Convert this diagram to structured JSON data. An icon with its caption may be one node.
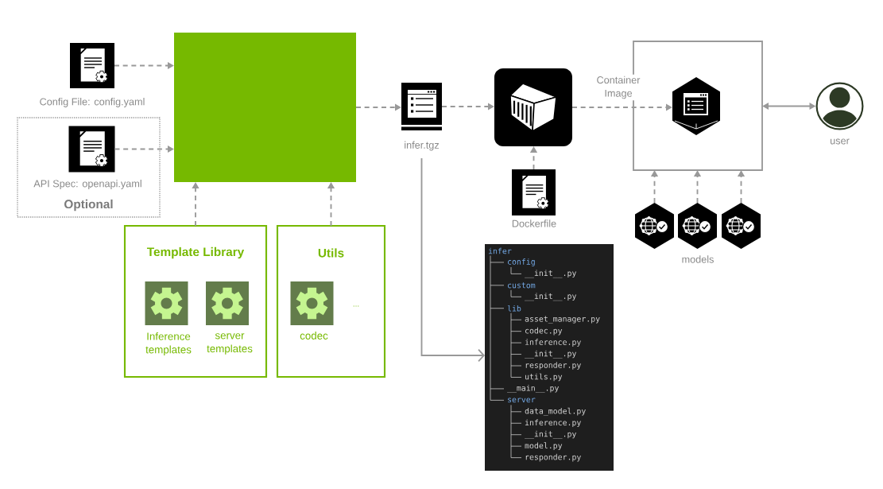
{
  "diagram": {
    "nodes": [
      {
        "text": [],
        "shape": "picture",
        "beside": [
          "Config File: config.yaml"
        ]
      },
      {
        "text": [
          "Optional"
        ]
      },
      {
        "text": [],
        "shape": "picture",
        "in": 1,
        "beside": [
          "API Spec: openapi.yaml"
        ]
      },
      {
        "text": [],
        "shape": "box"
      },
      {
        "text": [
          "Template Library"
        ]
      },
      {
        "text": [],
        "shape": "picture",
        "in": 4,
        "beside": [
          "Inference templates"
        ]
      },
      {
        "text": [],
        "shape": "picture",
        "in": 4,
        "beside": [
          "server templates"
        ]
      },
      {
        "text": [
          "Utils"
        ]
      },
      {
        "text": [],
        "shape": "picture",
        "in": 7,
        "beside": [
          "codec"
        ]
      },
      {
        "text": [],
        "shape": "picture",
        "beside": [
          "infer.tgz"
        ]
      },
      {
        "text": [],
        "shape": "picture"
      },
      {
        "text": [],
        "shape": "picture",
        "beside": [
          "Dockerfile"
        ]
      },
      {
        "text": [],
        "shape": "box"
      },
      {
        "text": [],
        "shape": "picture",
        "in": 12
      },
      {
        "text": [],
        "shape": "person",
        "beside": [
          "user"
        ]
      },
      {
        "text": [],
        "shape": "picture"
      },
      {
        "text": [],
        "shape": "picture"
      },
      {
        "text": [],
        "shape": "picture"
      },
      {
        "text": [
          "infer",
          "config",
          "__init__.py",
          "custom",
          "__init__.py",
          "lib",
          "asset_manager.py",
          "codec.py",
          "inference.py",
          "__init__.py",
          "responder.py",
          "utils.py",
          "__main__.py",
          "server",
          "data_model.py",
          "inference.py",
          "__init__.py",
          "model.py",
          "responder.py"
        ]
      }
    ],
    "edges": [
      {
        "from": 0,
        "to": 3,
        "arrow": "to",
        "style": "dashed"
      },
      {
        "from": 2,
        "to": 3,
        "arrow": "to",
        "style": "dashed"
      },
      {
        "from": 4,
        "to": 3,
        "arrow": "to",
        "style": "dashed"
      },
      {
        "from": 7,
        "to": 3,
        "arrow": "to",
        "style": "dashed"
      },
      {
        "from": 3,
        "to": 9,
        "arrow": "to",
        "style": "dashed"
      },
      {
        "from": 9,
        "to": 10,
        "arrow": "to",
        "style": "dashed"
      },
      {
        "from": 11,
        "to": 10,
        "arrow": "to",
        "style": "dashed"
      },
      {
        "from": 10,
        "to": 13,
        "arrow": "to",
        "label": "Container Image",
        "style": "dashed"
      },
      {
        "from": 12,
        "to": 14,
        "arrow": "both"
      },
      {
        "from": 15,
        "to": 12,
        "arrow": "to",
        "style": "dashed"
      },
      {
        "from": 16,
        "to": 12,
        "arrow": "to",
        "style": "dashed"
      },
      {
        "from": 17,
        "to": 12,
        "arrow": "to",
        "style": "dashed"
      },
      {
        "from": 9,
        "to": 18,
        "arrow": "to"
      }
    ],
    "labels": [
      "models",
      "..."
    ]
  }
}
